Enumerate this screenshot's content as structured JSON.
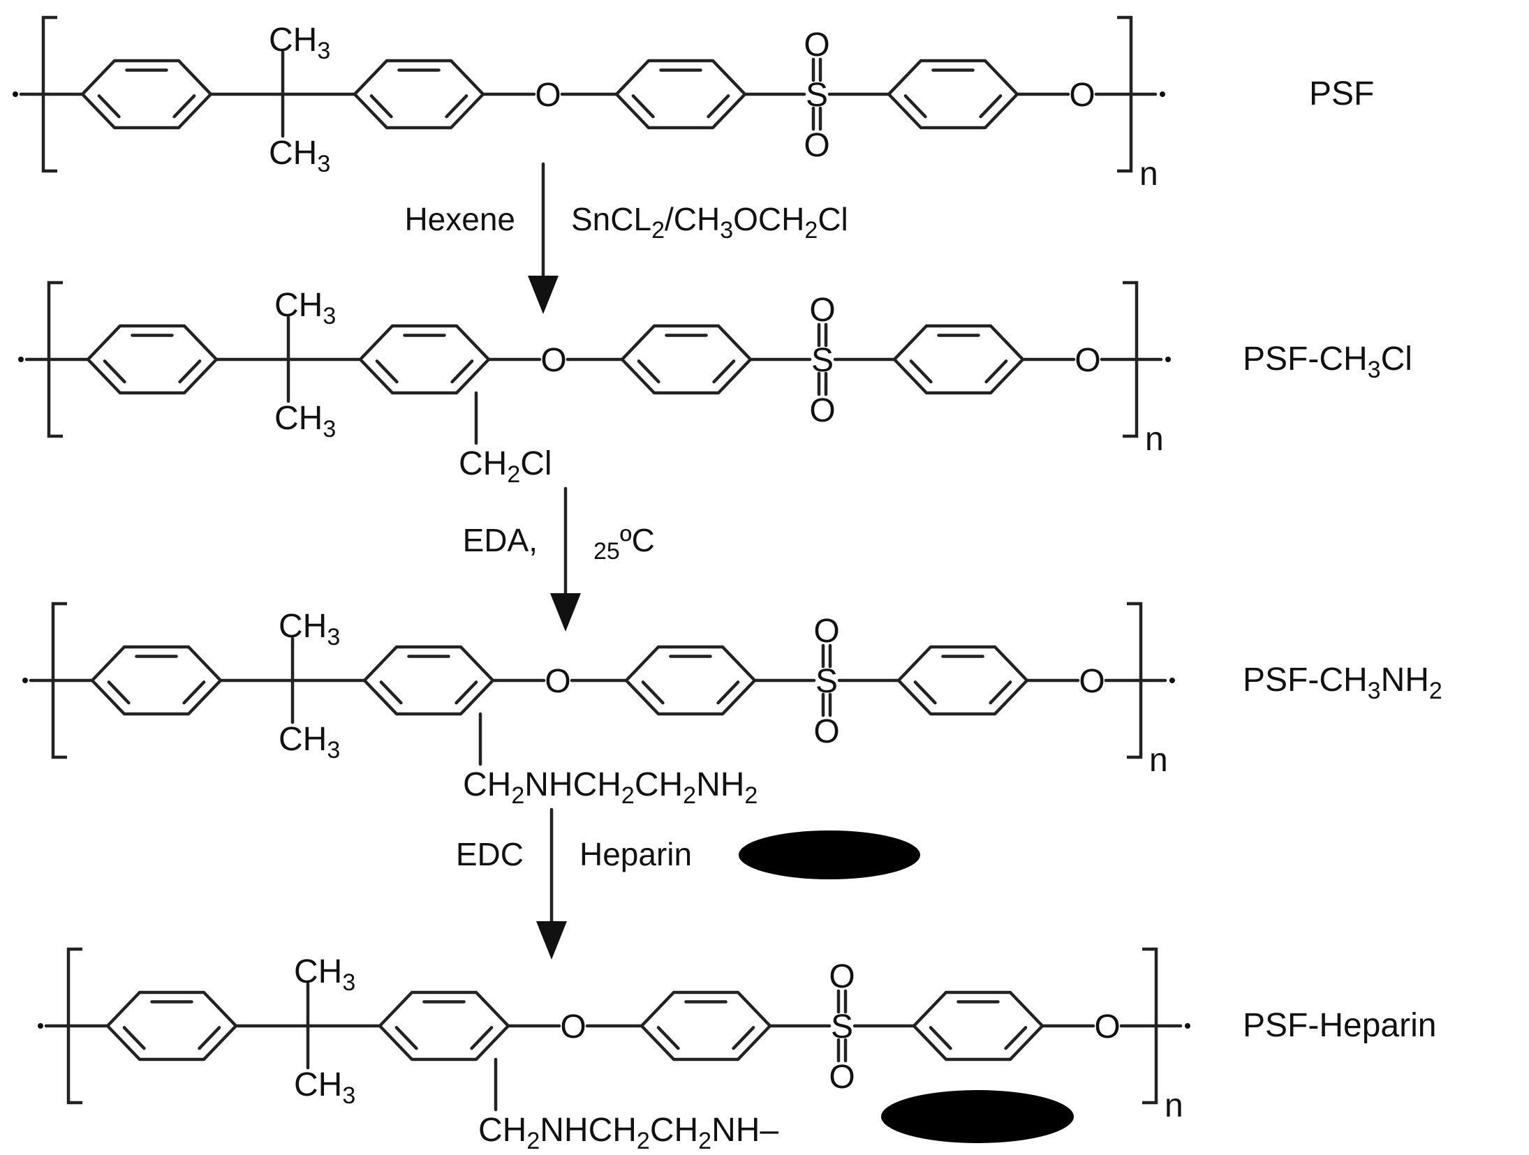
{
  "structures": [
    {
      "label": "PSF",
      "methyl_top": "CH3",
      "methyl_bottom": "CH3",
      "ether_o1": "O",
      "sulfur": "S",
      "sulfonyl_o_top": "O",
      "sulfonyl_o_bottom": "O",
      "ether_o2": "O",
      "repeat": "n",
      "side_chain": ""
    },
    {
      "label": "PSF-CH3Cl",
      "methyl_top": "CH3",
      "methyl_bottom": "CH3",
      "ether_o1": "O",
      "sulfur": "S",
      "sulfonyl_o_top": "O",
      "sulfonyl_o_bottom": "O",
      "ether_o2": "O",
      "repeat": "n",
      "side_chain": "CH2Cl"
    },
    {
      "label": "PSF-CH3NH2",
      "methyl_top": "CH3",
      "methyl_bottom": "CH3",
      "ether_o1": "O",
      "sulfur": "S",
      "sulfonyl_o_top": "O",
      "sulfonyl_o_bottom": "O",
      "ether_o2": "O",
      "repeat": "n",
      "side_chain": "CH2NHCH2CH2NH2"
    },
    {
      "label": "PSF-Heparin",
      "methyl_top": "CH3",
      "methyl_bottom": "CH3",
      "ether_o1": "O",
      "sulfur": "S",
      "sulfonyl_o_top": "O",
      "sulfonyl_o_bottom": "O",
      "ether_o2": "O",
      "repeat": "n",
      "side_chain": "CH2NHCH2CH2NH–"
    }
  ],
  "steps": [
    {
      "left": "Hexene",
      "right": "SnCL2/CH3OCH2Cl"
    },
    {
      "left": "EDA,",
      "right": "25ºC"
    },
    {
      "left": "EDC",
      "right": "Heparin"
    }
  ],
  "colors": {
    "ink": "#111111",
    "heparin_blob": "#000000",
    "background": "#ffffff"
  }
}
